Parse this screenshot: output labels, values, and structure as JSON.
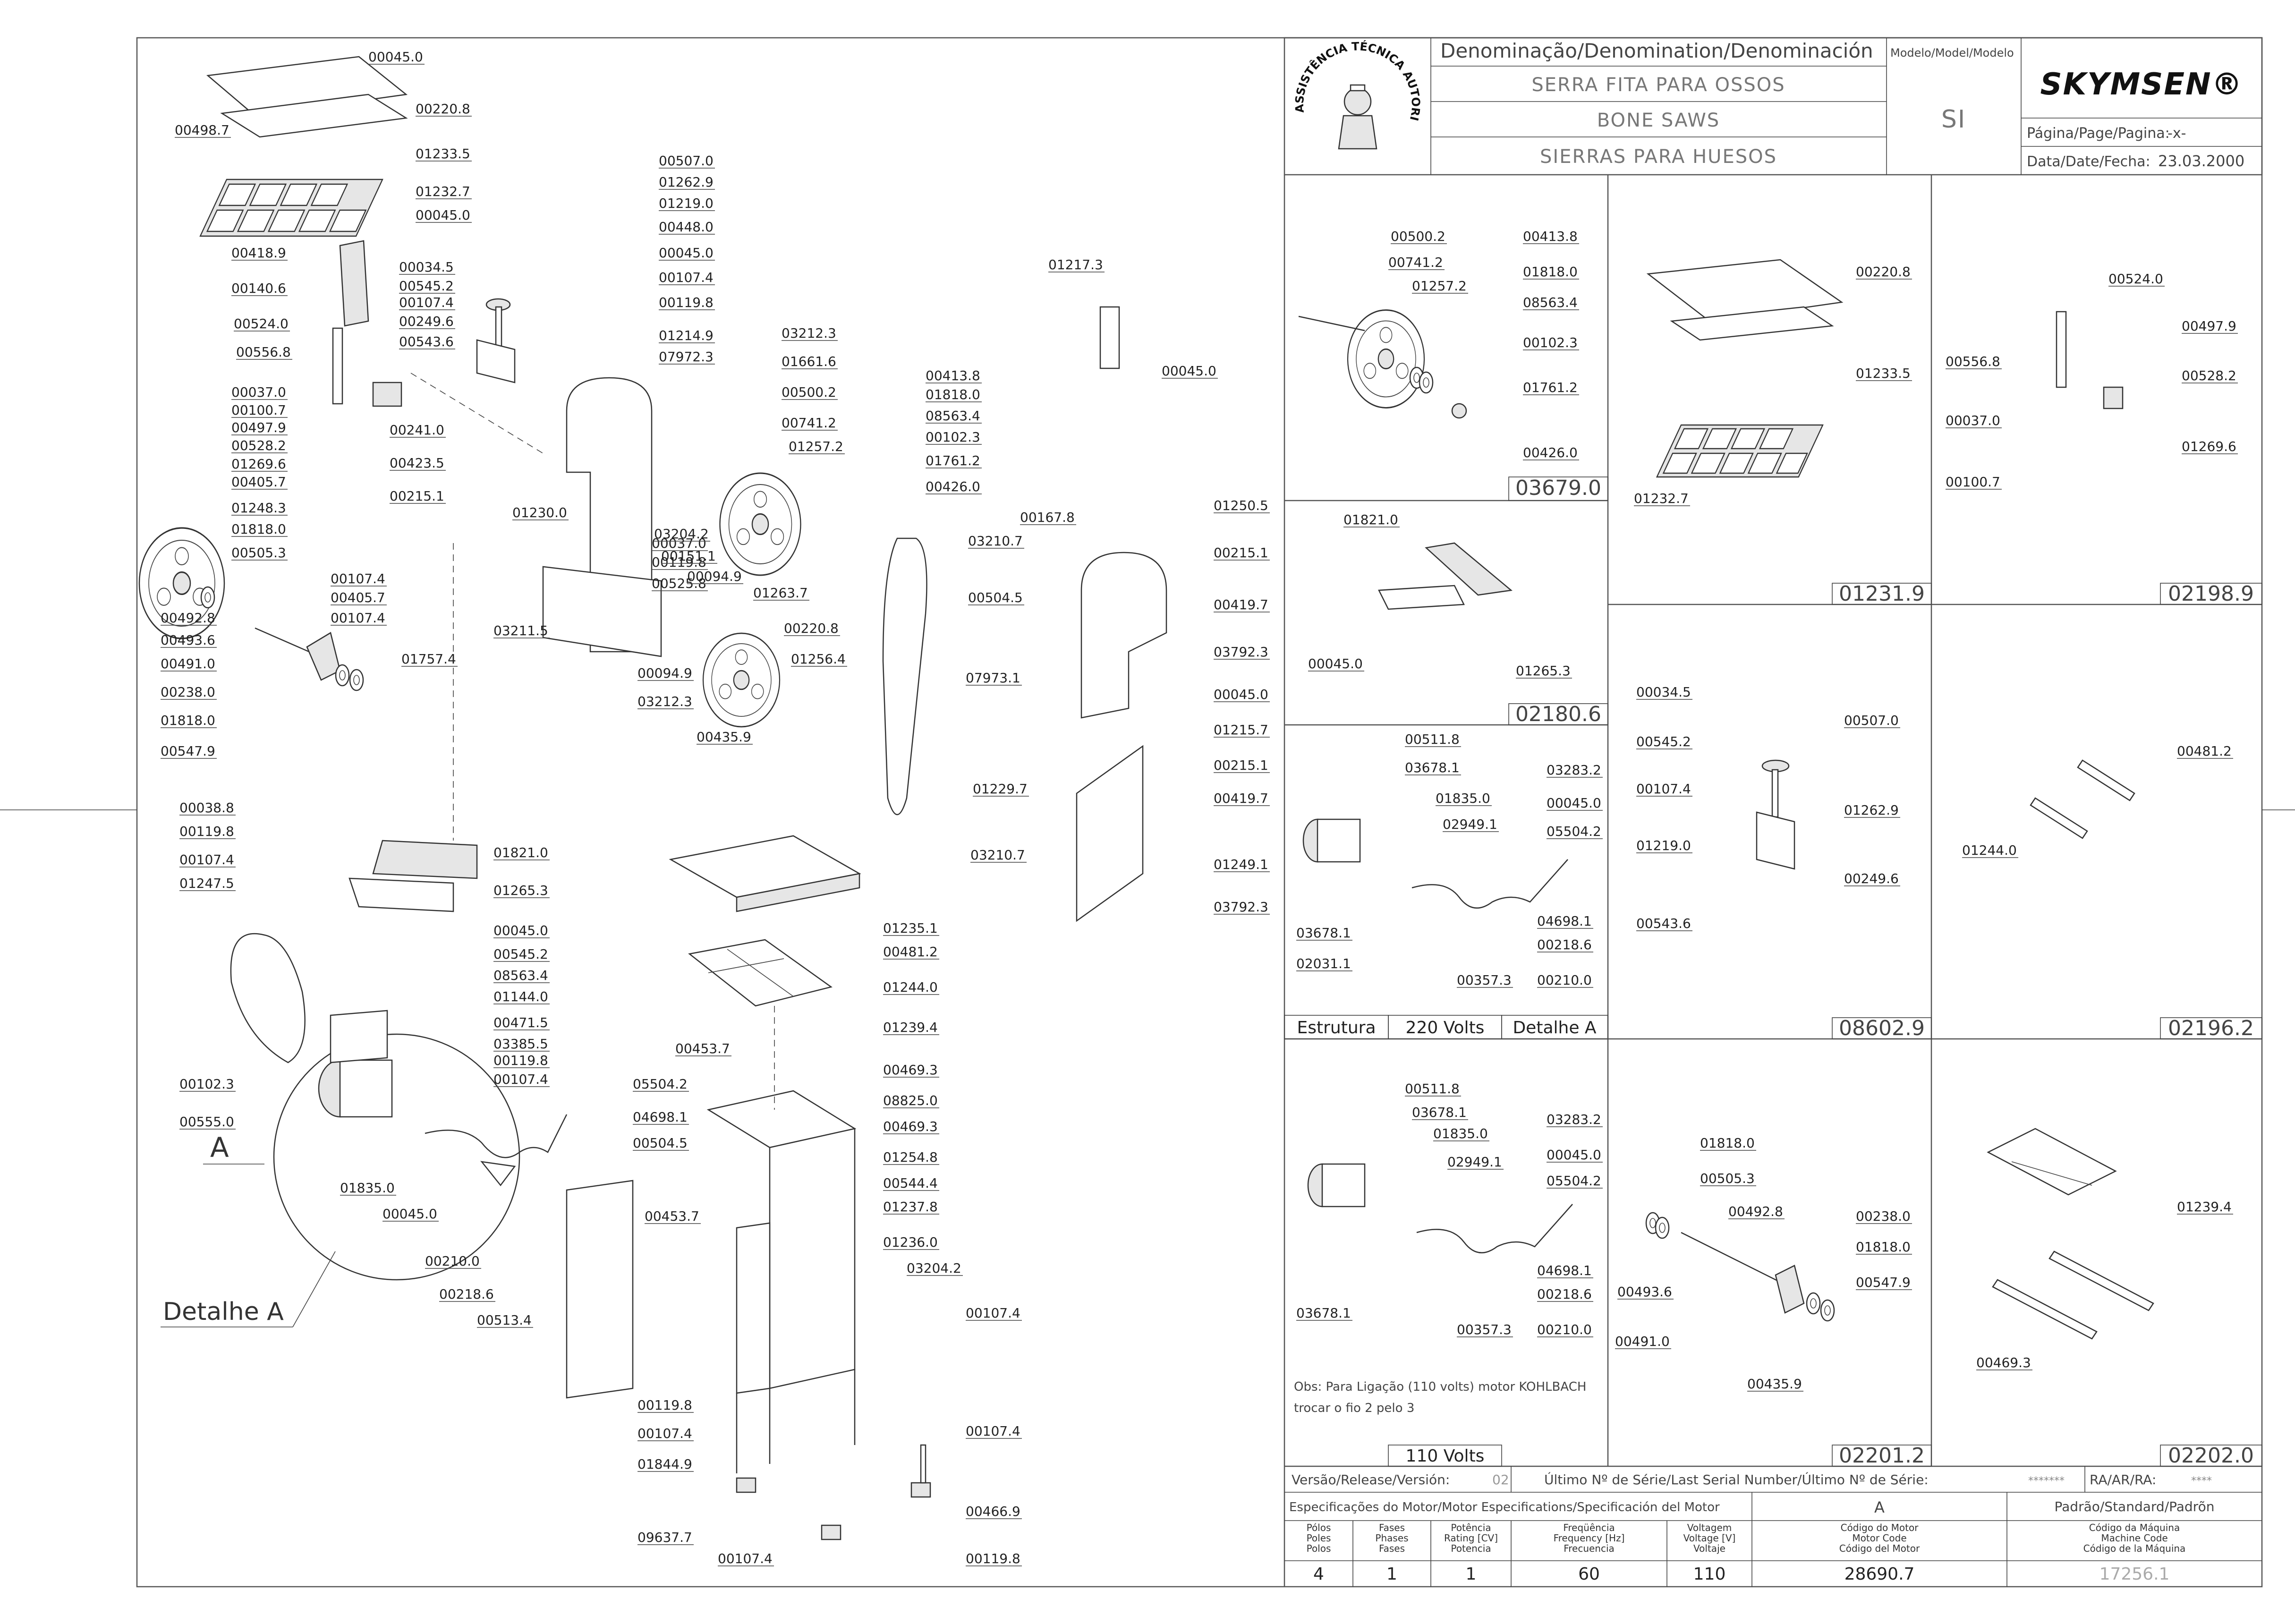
{
  "header": {
    "denomination_title": "Denominação/Denomination/Denominación",
    "model_title": "Modelo/Model/Modelo",
    "names": [
      "SERRA FITA PARA OSSOS",
      "BONE SAWS",
      "SIERRAS PARA HUESOS"
    ],
    "model_value": "SI",
    "brand": "SKYMSEN®",
    "page_label": "Página/Page/Pagina:",
    "page_value": "-x-",
    "date_label": "Data/Date/Fecha:",
    "date_value": "23.03.2000",
    "seal_text": "ASSISTÊNCIA TÉCNICA AUTORIZADA"
  },
  "main_labels": [
    "00045.0",
    "00220.8",
    "00498.7",
    "01233.5",
    "01232.7",
    "00045.0",
    "00418.9",
    "00140.6",
    "00524.0",
    "00556.8",
    "00037.0",
    "00100.7",
    "00497.9",
    "00528.2",
    "01269.6",
    "00405.7",
    "01248.3",
    "01818.0",
    "00505.3",
    "00107.4",
    "00405.7",
    "00107.4",
    "00492.8",
    "00493.6",
    "00491.0",
    "00238.0",
    "01818.0",
    "00547.9",
    "00034.5",
    "00545.2",
    "00107.4",
    "00249.6",
    "00543.6",
    "00241.0",
    "00423.5",
    "00215.1",
    "00507.0",
    "01262.9",
    "01219.0",
    "00448.0",
    "00045.0",
    "00107.4",
    "00119.8",
    "01214.9",
    "07972.3",
    "03212.3",
    "01661.6",
    "00500.2",
    "00741.2",
    "01257.2",
    "01230.0",
    "00037.0",
    "00119.8",
    "00525.8",
    "01757.4",
    "03211.5",
    "03204.2",
    "00151.1",
    "00094.9",
    "01263.7",
    "00220.8",
    "00094.9",
    "03212.3",
    "01256.4",
    "00435.9",
    "00413.8",
    "01818.0",
    "08563.4",
    "00102.3",
    "01761.2",
    "00426.0",
    "01217.3",
    "00045.0",
    "00167.8",
    "03210.7",
    "00504.5",
    "07973.1",
    "01250.5",
    "00215.1",
    "00419.7",
    "03792.3",
    "00045.0",
    "01215.7",
    "00215.1",
    "00419.7",
    "01229.7",
    "03210.7",
    "01249.1",
    "03792.3",
    "01821.0",
    "01265.3",
    "00045.0",
    "00038.8",
    "00119.8",
    "00107.4",
    "01247.5",
    "00545.2",
    "08563.4",
    "01144.0",
    "00471.5",
    "03385.5",
    "00119.8",
    "00107.4",
    "00102.3",
    "00555.0",
    "01835.0",
    "00045.0",
    "00210.0",
    "00218.6",
    "00513.4",
    "05504.2",
    "04698.1",
    "00504.5",
    "01235.1",
    "00481.2",
    "01244.0",
    "01239.4",
    "00453.7",
    "00469.3",
    "08825.0",
    "00469.3",
    "01254.8",
    "00544.4",
    "00453.7",
    "01237.8",
    "01236.0",
    "03204.2",
    "00107.4",
    "00119.8",
    "00107.4",
    "01844.9",
    "00107.4",
    "00466.9",
    "09637.7",
    "00107.4",
    "00119.8"
  ],
  "detail_A_label": "A",
  "detail_A_title": "Detalhe A",
  "panels": [
    {
      "code": "03679.0",
      "labels": [
        "00500.2",
        "00741.2",
        "01257.2",
        "00413.8",
        "01818.0",
        "08563.4",
        "00102.3",
        "01761.2",
        "00426.0"
      ]
    },
    {
      "code": "01231.9",
      "labels": [
        "00220.8",
        "01233.5",
        "01232.7"
      ]
    },
    {
      "code": "02198.9",
      "labels": [
        "00524.0",
        "00497.9",
        "00556.8",
        "00528.2",
        "00037.0",
        "01269.6",
        "00100.7"
      ]
    },
    {
      "code": "02180.6",
      "labels": [
        "01821.0",
        "00045.0",
        "01265.3"
      ]
    },
    {
      "code": "08602.9",
      "labels": [
        "00034.5",
        "00507.0",
        "00545.2",
        "01262.9",
        "00107.4",
        "00249.6",
        "01219.0",
        "00543.6"
      ]
    },
    {
      "code": "02196.2",
      "labels": [
        "00481.2",
        "01244.0"
      ]
    },
    {
      "code": "",
      "labels": [
        "00511.8",
        "03678.1",
        "01835.0",
        "03283.2",
        "00045.0",
        "02949.1",
        "05504.2",
        "03678.1",
        "02031.1",
        "04698.1",
        "00218.6",
        "00357.3",
        "00210.0"
      ],
      "caption": [
        "Estrutura",
        "220 Volts",
        "Detalhe A"
      ]
    },
    {
      "code": "",
      "labels": [
        "00511.8",
        "03678.1",
        "01835.0",
        "03283.2",
        "00045.0",
        "02949.1",
        "05504.2",
        "04698.1",
        "00218.6",
        "03678.1",
        "00357.3",
        "00210.0"
      ],
      "note": [
        "Obs: Para Ligação (110 volts) motor KOHLBACH",
        "trocar o fio 2 pelo 3"
      ],
      "caption": [
        "110 Volts"
      ]
    },
    {
      "code": "02201.2",
      "labels": [
        "01818.0",
        "00505.3",
        "00492.8",
        "00238.0",
        "01818.0",
        "00547.9",
        "00493.6",
        "00491.0",
        "00435.9"
      ]
    },
    {
      "code": "02202.0",
      "labels": [
        "01239.4",
        "00469.3"
      ]
    }
  ],
  "footer": {
    "version_label": "Versão/Release/Versión:",
    "version_value": "02",
    "serial_label": "Último Nº de Série/Last Serial Number/Último Nº de Série:",
    "serial_value": "*******",
    "ra_label": "RA/AR/RA:",
    "ra_value": "****",
    "motor_spec_label": "Especificações do Motor/Motor Especifications/Specificación del Motor",
    "motor_variant": "A",
    "standard_label": "Padrão/Standard/Padrõn",
    "columns": [
      {
        "h": [
          "Pólos",
          "Poles",
          "Polos"
        ],
        "v": "4"
      },
      {
        "h": [
          "Fases",
          "Phases",
          "Fases"
        ],
        "v": "1"
      },
      {
        "h": [
          "Potência",
          "Rating [CV]",
          "Potencia"
        ],
        "v": "1"
      },
      {
        "h": [
          "Freqüência",
          "Frequency [Hz]",
          "Frecuencia"
        ],
        "v": "60"
      },
      {
        "h": [
          "Voltagem",
          "Voltage [V]",
          "Voltaje"
        ],
        "v": "110"
      },
      {
        "h": [
          "Código do Motor",
          "Motor Code",
          "Código del Motor"
        ],
        "v": "28690.7"
      },
      {
        "h": [
          "Código da Máquina",
          "Machine Code",
          "Código de la Máquina"
        ],
        "v": "17256.1"
      }
    ]
  }
}
